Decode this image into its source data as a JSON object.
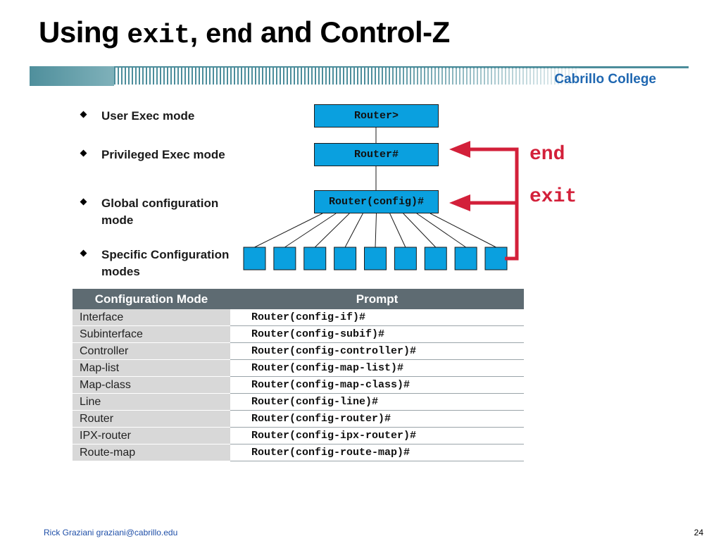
{
  "title": {
    "pre": "Using ",
    "cmd1": "exit",
    "sep": ", ",
    "cmd2": "end",
    "post": " and Control-Z"
  },
  "banner": {
    "brand": "Cabrillo College"
  },
  "bullets": [
    {
      "label": "User Exec mode"
    },
    {
      "label": "Privileged Exec mode"
    },
    {
      "label": "Global configuration mode"
    },
    {
      "label": "Specific Configuration modes"
    }
  ],
  "diagram": {
    "prompts": [
      "Router>",
      "Router#",
      "Router(config)#"
    ],
    "commands": {
      "end": "end",
      "exit": "exit"
    },
    "sub_mode_count": 9,
    "colors": {
      "box": "#0aa0df",
      "arrow": "#d3203a"
    }
  },
  "table": {
    "headers": [
      "Configuration Mode",
      "Prompt"
    ],
    "rows": [
      {
        "mode": "Interface",
        "prompt": "Router(config-if)#"
      },
      {
        "mode": "Subinterface",
        "prompt": "Router(config-subif)#"
      },
      {
        "mode": "Controller",
        "prompt": "Router(config-controller)#"
      },
      {
        "mode": "Map-list",
        "prompt": "Router(config-map-list)#"
      },
      {
        "mode": "Map-class",
        "prompt": "Router(config-map-class)#"
      },
      {
        "mode": "Line",
        "prompt": "Router(config-line)#"
      },
      {
        "mode": "Router",
        "prompt": "Router(config-router)#"
      },
      {
        "mode": "IPX-router",
        "prompt": "Router(config-ipx-router)#"
      },
      {
        "mode": "Route-map",
        "prompt": "Router(config-route-map)#"
      }
    ]
  },
  "footer": {
    "author": "Rick Graziani  graziani@cabrillo.edu",
    "page": "24"
  }
}
